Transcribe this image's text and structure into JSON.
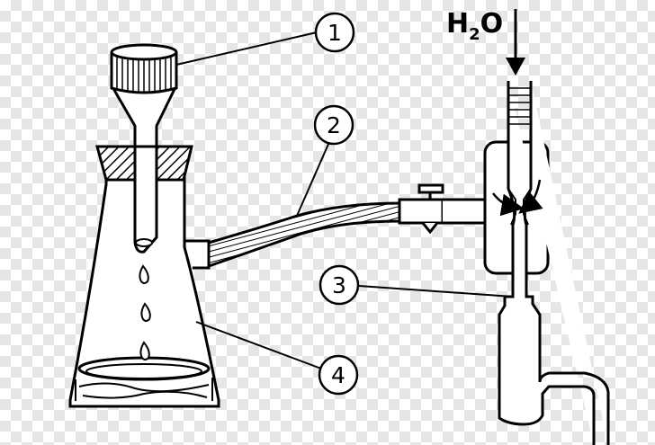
{
  "labels": {
    "funnel": "1",
    "hose": "2",
    "pump": "3",
    "flask": "4"
  },
  "water_inlet": {
    "symbol": "H",
    "subscript": "2",
    "symbol_end": "O"
  },
  "colors": {
    "line": "#000000",
    "background_check": "#e6e6e6"
  }
}
